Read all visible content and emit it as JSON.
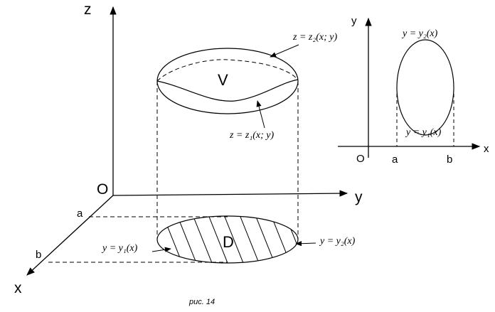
{
  "main": {
    "axis_z": "z",
    "axis_y": "y",
    "axis_x": "x",
    "origin": "O",
    "point_a": "a",
    "point_b": "b",
    "region_v": "V",
    "region_d": "D",
    "label_z2": "z = z₂(x; y)",
    "label_z1": "z = z₁(x; y)",
    "label_y1": "y = y₁(x)",
    "label_y2": "y = y₂(x)"
  },
  "inset": {
    "axis_y": "y",
    "axis_x": "x",
    "origin": "O",
    "point_a": "a",
    "point_b": "b",
    "label_y2": "y = y₂(x)",
    "label_y1": "y = y₁(x)"
  },
  "caption": "рис. 14"
}
